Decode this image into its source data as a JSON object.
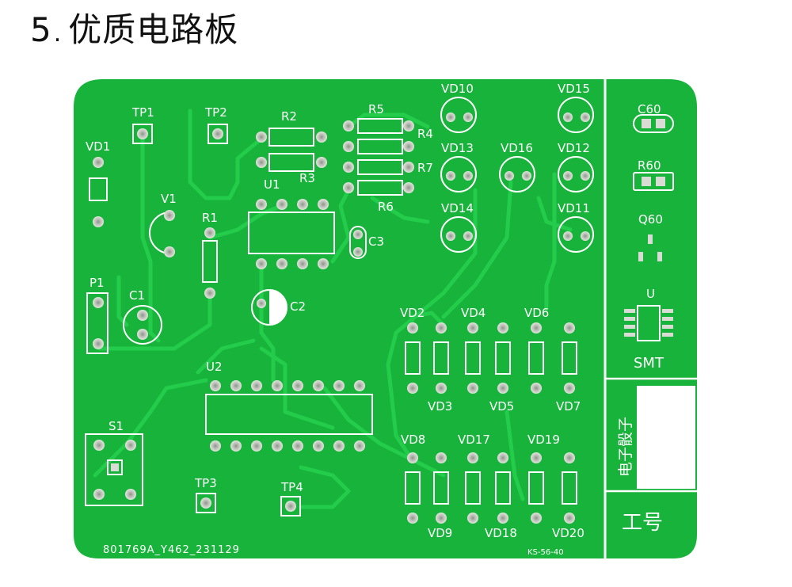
{
  "heading": {
    "number": "5",
    "separator": ".",
    "title": "优质电路板"
  },
  "board": {
    "colors": {
      "mask": "#17b33a",
      "mask_dark": "#0e9a2c",
      "trace": "#1ec847",
      "pad": "#c8ccc4",
      "silk": "#ffffff"
    },
    "labels": {
      "tp1": "TP1",
      "tp2": "TP2",
      "tp3": "TP3",
      "tp4": "TP4",
      "vd1": "VD1",
      "v1": "V1",
      "r1": "R1",
      "p1": "P1",
      "c1": "C1",
      "r2": "R2",
      "r3": "R3",
      "u1": "U1",
      "c3": "C3",
      "c2": "C2",
      "r4": "R4",
      "r5": "R5",
      "r6": "R6",
      "r7": "R7",
      "vd10": "VD10",
      "vd13": "VD13",
      "vd14": "VD14",
      "vd15": "VD15",
      "vd16": "VD16",
      "vd12": "VD12",
      "vd11": "VD11",
      "u2": "U2",
      "s1": "S1",
      "vd2": "VD2",
      "vd3": "VD3",
      "vd4": "VD4",
      "vd5": "VD5",
      "vd6": "VD6",
      "vd7": "VD7",
      "vd8": "VD8",
      "vd9": "VD9",
      "vd17": "VD17",
      "vd18": "VD18",
      "vd19": "VD19",
      "vd20": "VD20",
      "c60": "C60",
      "r60": "R60",
      "q60": "Q60",
      "u": "U",
      "smt": "SMT",
      "dice": "电子骰子",
      "job_no": "工号",
      "code": "801769A_Y462_231129",
      "code2": "KS-56-40"
    }
  }
}
